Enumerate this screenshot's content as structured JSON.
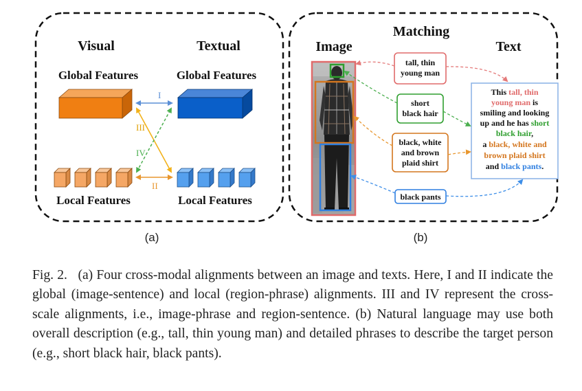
{
  "panel_a": {
    "visual_title": "Visual",
    "textual_title": "Textual",
    "visual_global": "Global Features",
    "textual_global": "Global Features",
    "visual_local": "Local Features",
    "textual_local": "Local Features",
    "alignments": {
      "one": "I",
      "two": "II",
      "three": "III",
      "four": "IV"
    },
    "label": "(a)"
  },
  "panel_b": {
    "title": "Matching",
    "image_title": "Image",
    "text_title": "Text",
    "phrases": {
      "tall": [
        "tall, thin",
        "young man"
      ],
      "hair": [
        "short",
        "black hair"
      ],
      "shirt": [
        "black, white",
        "and brown",
        "plaid shirt"
      ],
      "pants": [
        "black pants"
      ]
    },
    "sentence": {
      "l1a": "This ",
      "l1b": "tall, thin",
      "l2a": "young man",
      "l2b": " is",
      "l3": "smiling and looking",
      "l4a": "up and he has ",
      "l4b": "short",
      "l5": "black hair",
      "l5c": ",",
      "l6a": "a ",
      "l6b": "black, white and",
      "l7": "brown plaid shirt",
      "l8a": "and ",
      "l8b": "black pants",
      "l8c": "."
    },
    "label": "(b)"
  },
  "colors": {
    "orange": "#f07f12",
    "blue": "#0a5fc9",
    "red_phrase": "#e06a6a",
    "green_phrase": "#2e9e2e",
    "orange_phrase": "#d4761e",
    "blue_phrase": "#2f7fe0"
  },
  "caption": {
    "fig_label": "Fig. 2.",
    "text": "(a) Four cross-modal alignments between an image and texts. Here, I and II indicate the global (image-sentence) and local (region-phrase) alignments. III and IV represent the cross-scale alignments, i.e., image-phrase and region-sentence. (b) Natural language may use both overall description (e.g., tall, thin young man) and detailed phrases to describe the target person (e.g., short black hair, black pants)."
  }
}
